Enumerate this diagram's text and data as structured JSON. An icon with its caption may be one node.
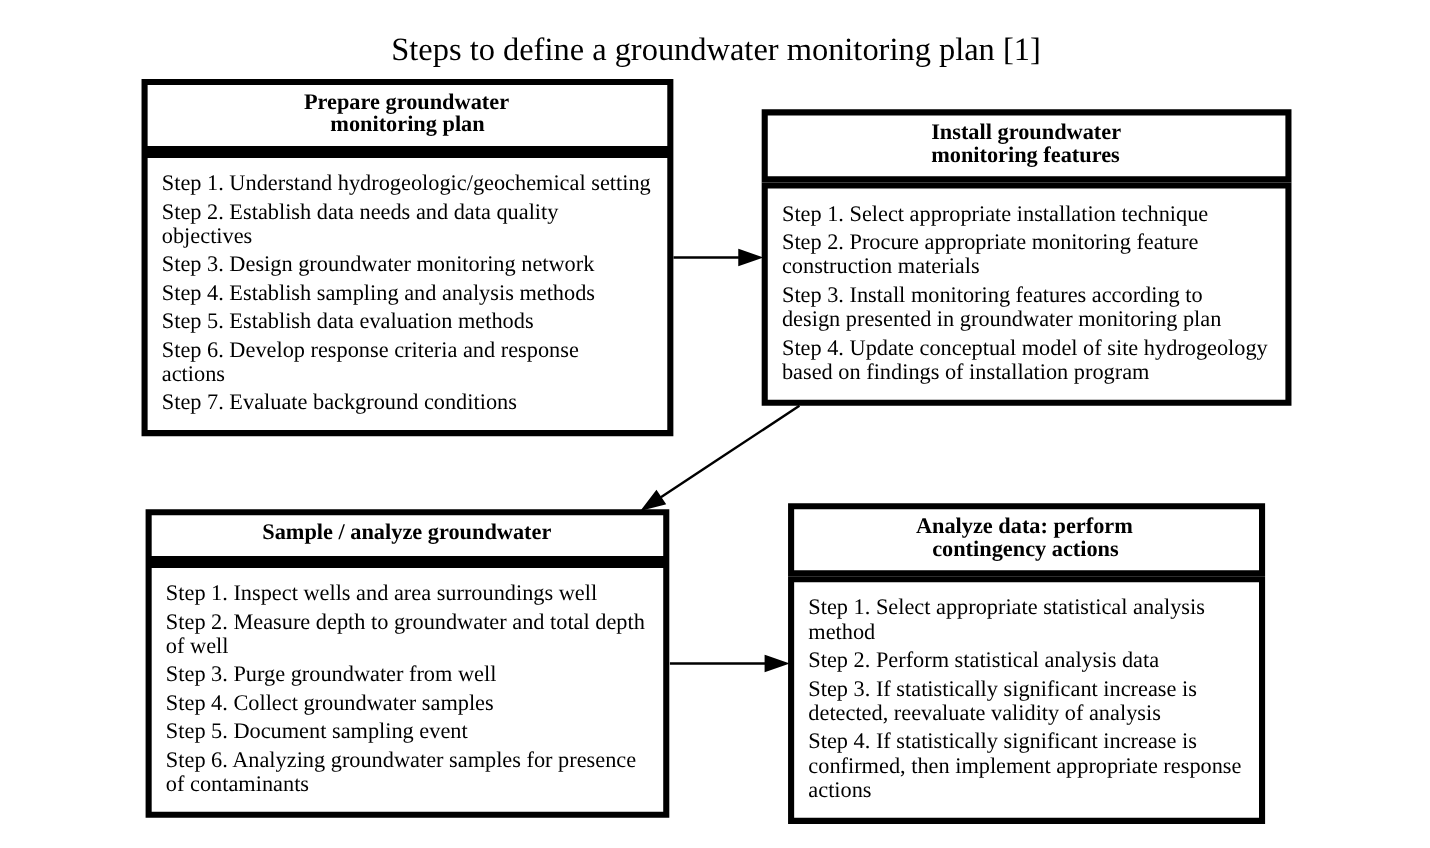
{
  "diagram": {
    "title": "Steps to define a groundwater monitoring plan [1]",
    "nodes": [
      {
        "text": [
          "Prepare groundwater monitoring plan",
          "Step 1. Understand hydrogeologic/geochemical setting",
          "Step 2. Establish data needs and data quality objectives",
          "Step 3. Design groundwater monitoring network",
          "Step 4. Establish sampling and analysis methods",
          "Step 5. Establish data evaluation methods",
          "Step 6. Develop response criteria and response actions",
          "Step 7. Evaluate background conditions"
        ]
      },
      {
        "text": [
          "Install groundwater monitoring features",
          "Step 1. Select appropriate installation technique",
          "Step 2. Procure appropriate monitoring feature construction materials",
          "Step 3. Install monitoring features according to design presented in groundwater monitoring plan",
          "Step 4. Update conceptual model of site hydrogeology based on findings of installation program"
        ]
      },
      {
        "text": [
          "Sample / analyze groundwater",
          "Step 1. Inspect wells and area surroundings well",
          "Step 2. Measure depth to groundwater and total depth of well",
          "Step 3. Purge groundwater from well",
          "Step 4. Collect groundwater samples",
          "Step 5. Document sampling event",
          "Step 6. Analyzing groundwater samples for presence of contaminants"
        ]
      },
      {
        "text": [
          "Analyze data: perform contingency actions",
          "Step 1. Select appropriate statistical analysis method",
          "Step 2. Perform statistical analysis data",
          "Step 3. If statistically significant increase is detected, reevaluate validity of analysis",
          "Step 4. If statistically significant increase is confirmed, then implement appropriate response actions"
        ]
      }
    ],
    "edges": [
      {
        "from": 0,
        "to": 1,
        "arrow": "to"
      },
      {
        "from": 1,
        "to": 2,
        "arrow": "to"
      },
      {
        "from": 2,
        "to": 3,
        "arrow": "to"
      }
    ]
  }
}
